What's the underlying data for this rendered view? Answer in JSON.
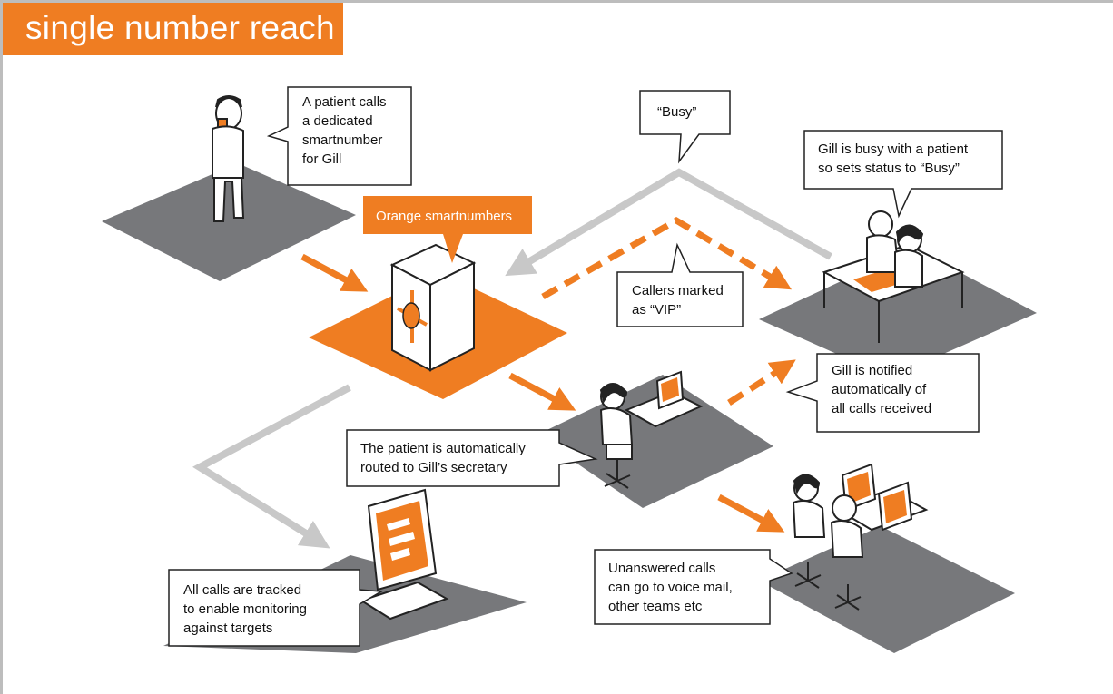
{
  "title": "single number reach",
  "colors": {
    "accent": "#ef7d22",
    "platform": "#77787b",
    "flow_gray": "#c8c8c8"
  },
  "labels": {
    "orange_smartnumbers": "Orange smartnumbers",
    "patient_calls": "A patient calls\na dedicated\nsmartnumber\nfor Gill",
    "busy": "“Busy”",
    "gill_busy": "Gill is busy with a patient\nso sets status to “Busy”",
    "vip": "Callers marked\nas “VIP”",
    "notified": "Gill is notified\nautomatically of\nall calls received",
    "routed": "The patient is automatically\nrouted to Gill’s secretary",
    "tracked": "All calls are tracked\nto enable monitoring\nagainst targets",
    "unanswered": "Unanswered calls\ncan go to voice mail,\nother teams etc"
  }
}
